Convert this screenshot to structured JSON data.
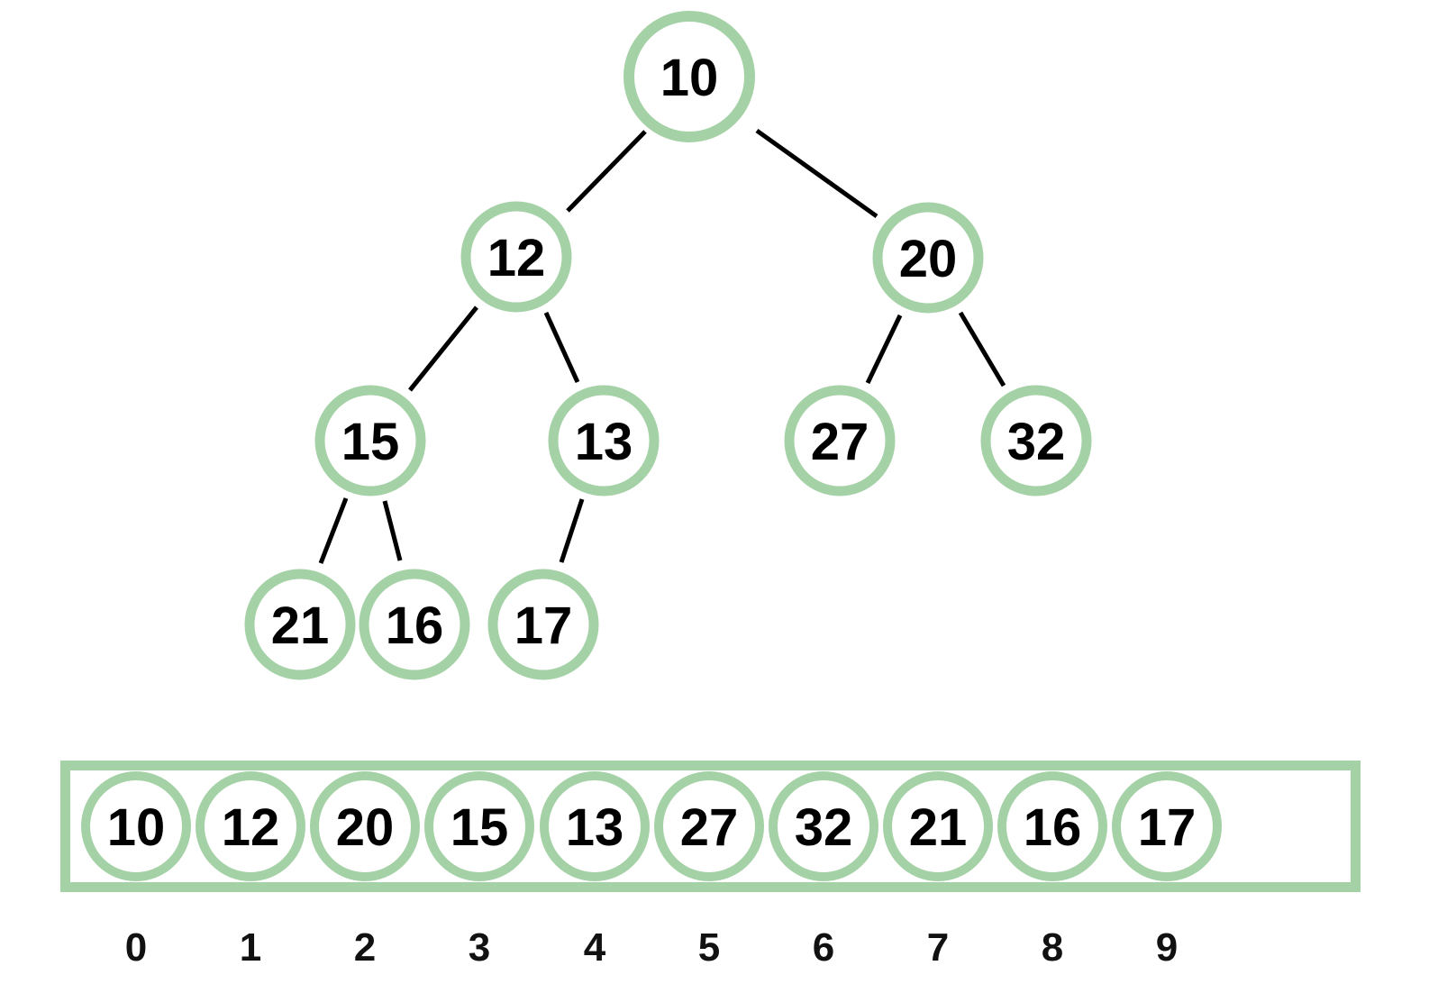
{
  "diagram": {
    "kind": "binary-heap-with-array",
    "colors": {
      "node_border_green": "#a5d1a6",
      "edge_black": "#000000",
      "text_black": "#000000",
      "background": "#ffffff"
    }
  },
  "tree": {
    "nodes": [
      {
        "value": "10"
      },
      {
        "value": "12"
      },
      {
        "value": "20"
      },
      {
        "value": "15"
      },
      {
        "value": "13"
      },
      {
        "value": "27"
      },
      {
        "value": "32"
      },
      {
        "value": "21"
      },
      {
        "value": "16"
      },
      {
        "value": "17"
      }
    ],
    "edges": [
      [
        "10",
        "12"
      ],
      [
        "10",
        "20"
      ],
      [
        "12",
        "15"
      ],
      [
        "12",
        "13"
      ],
      [
        "20",
        "27"
      ],
      [
        "20",
        "32"
      ],
      [
        "15",
        "21"
      ],
      [
        "15",
        "16"
      ],
      [
        "13",
        "17"
      ]
    ]
  },
  "array": {
    "values": [
      "10",
      "12",
      "20",
      "15",
      "13",
      "27",
      "32",
      "21",
      "16",
      "17"
    ],
    "indices": [
      "0",
      "1",
      "2",
      "3",
      "4",
      "5",
      "6",
      "7",
      "8",
      "9"
    ]
  }
}
